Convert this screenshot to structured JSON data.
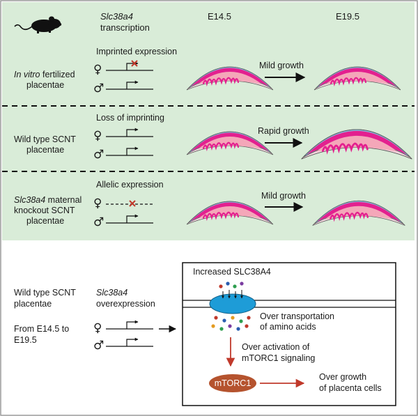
{
  "header": {
    "gene_italic": "Slc38a4",
    "gene_suffix": "transcription",
    "stage1": "E14.5",
    "stage2": "E19.5"
  },
  "symbols": {
    "female": "♀",
    "male": "♂"
  },
  "rows": [
    {
      "label_italic": "In vitro",
      "label_rest": " fertilized",
      "label_line2": "placentae",
      "expression": "Imprinted expression",
      "growth": "Mild growth"
    },
    {
      "label_line1": "Wild type SCNT",
      "label_line2": "placentae",
      "expression": "Loss of imprinting",
      "growth": "Rapid growth"
    },
    {
      "label_italic": "Slc38a4",
      "label_rest": " maternal",
      "label_line2": "knockout SCNT",
      "label_line3": "placentae",
      "expression": "Allelic expression",
      "growth": "Mild growth"
    }
  ],
  "bottom": {
    "label_line1": "Wild type SCNT",
    "label_line2": "placentae",
    "time_line1": "From E14.5 to",
    "time_line2": "E19.5",
    "gene_italic": "Slc38a4",
    "gene_suffix": "overexpression",
    "box_title": "Increased SLC38A4",
    "transport_line1": "Over transportation",
    "transport_line2": "of amino acids",
    "activation_line1": "Over activation of",
    "activation_line2": "mTORC1 signaling",
    "mtorc1": "mTORC1",
    "growth_line1": "Over growth",
    "growth_line2": "of placenta cells"
  },
  "colors": {
    "panel_bg": "#d9ecd8",
    "decidua": "#e3208f",
    "labyrinth": "#f4a7b9",
    "membrane": "#8ab8e0",
    "transporter": "#1e9cd7",
    "mtorc1": "#b5532e",
    "red_arrow": "#c0392b"
  }
}
